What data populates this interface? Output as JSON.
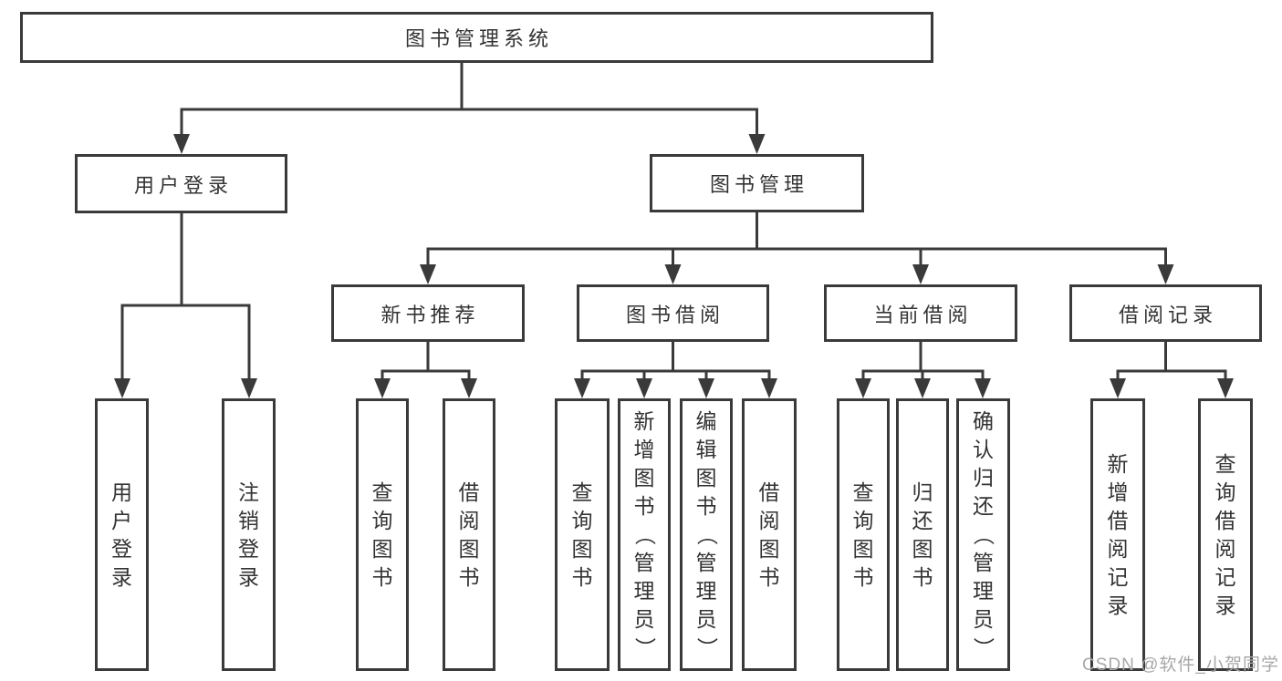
{
  "diagram": {
    "title": "图书管理系统",
    "nodes": {
      "root": {
        "label": "图书管理系统"
      },
      "level2": [
        {
          "label": "用户登录"
        },
        {
          "label": "图书管理"
        }
      ],
      "level3": [
        {
          "label": "新书推荐",
          "parent": "图书管理"
        },
        {
          "label": "图书借阅",
          "parent": "图书管理"
        },
        {
          "label": "当前借阅",
          "parent": "图书管理"
        },
        {
          "label": "借阅记录",
          "parent": "图书管理"
        }
      ],
      "leaves": [
        {
          "label": "用户登录",
          "parent": "用户登录"
        },
        {
          "label": "注销登录",
          "parent": "用户登录"
        },
        {
          "label": "查询图书",
          "parent": "新书推荐"
        },
        {
          "label": "借阅图书",
          "parent": "新书推荐"
        },
        {
          "label": "查询图书",
          "parent": "图书借阅"
        },
        {
          "label": "新增图书（管理员）",
          "parent": "图书借阅"
        },
        {
          "label": "编辑图书（管理员）",
          "parent": "图书借阅"
        },
        {
          "label": "借阅图书",
          "parent": "图书借阅"
        },
        {
          "label": "查询图书",
          "parent": "当前借阅"
        },
        {
          "label": "归还图书",
          "parent": "当前借阅"
        },
        {
          "label": "确认归还（管理员）",
          "parent": "当前借阅"
        },
        {
          "label": "新增借阅记录",
          "parent": "借阅记录"
        },
        {
          "label": "查询借阅记录",
          "parent": "借阅记录"
        }
      ]
    },
    "colors": {
      "line": "#3a3a3a",
      "text": "#333333",
      "box_background": "#ffffff",
      "watermark": "#a8a8a8"
    }
  },
  "watermark": {
    "text": "CSDN @软件_小贺同学"
  }
}
